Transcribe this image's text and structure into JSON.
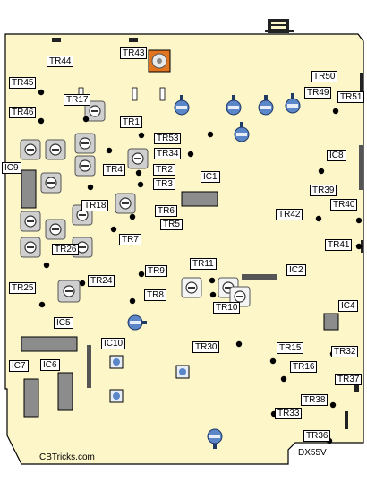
{
  "board": {
    "model": "DX55V",
    "credit": "CBTricks.com",
    "colors": {
      "pcb": "#fdf6c9",
      "outline": "#000000",
      "trimmer_gray": "#cfcfcf",
      "trimmer_blue": "#5b86c8",
      "orange_pot": "#e0741f"
    }
  },
  "labels": [
    {
      "id": "tr44",
      "text": "TR44"
    },
    {
      "id": "tr43",
      "text": "TR43"
    },
    {
      "id": "tr45",
      "text": "TR45"
    },
    {
      "id": "tr17",
      "text": "TR17"
    },
    {
      "id": "tr46",
      "text": "TR46"
    },
    {
      "id": "tr1",
      "text": "TR1"
    },
    {
      "id": "tr53",
      "text": "TR53"
    },
    {
      "id": "tr34",
      "text": "TR34"
    },
    {
      "id": "tr2",
      "text": "TR2"
    },
    {
      "id": "tr4",
      "text": "TR4"
    },
    {
      "id": "tr3",
      "text": "TR3"
    },
    {
      "id": "ic9",
      "text": "IC9"
    },
    {
      "id": "ic1",
      "text": "IC1"
    },
    {
      "id": "tr18",
      "text": "TR18"
    },
    {
      "id": "tr6",
      "text": "TR6"
    },
    {
      "id": "tr5",
      "text": "TR5"
    },
    {
      "id": "tr7",
      "text": "TR7"
    },
    {
      "id": "tr50",
      "text": "TR50"
    },
    {
      "id": "tr49",
      "text": "TR49"
    },
    {
      "id": "tr51",
      "text": "TR51"
    },
    {
      "id": "ic8",
      "text": "IC8"
    },
    {
      "id": "tr39",
      "text": "TR39"
    },
    {
      "id": "tr40",
      "text": "TR40"
    },
    {
      "id": "tr42",
      "text": "TR42"
    },
    {
      "id": "tr41",
      "text": "TR41"
    },
    {
      "id": "tr26",
      "text": "TR26"
    },
    {
      "id": "tr24",
      "text": "TR24"
    },
    {
      "id": "tr9",
      "text": "TR9"
    },
    {
      "id": "tr11",
      "text": "TR11"
    },
    {
      "id": "ic2",
      "text": "IC2"
    },
    {
      "id": "tr25",
      "text": "TR25"
    },
    {
      "id": "tr8",
      "text": "TR8"
    },
    {
      "id": "tr10",
      "text": "TR10"
    },
    {
      "id": "ic4",
      "text": "IC4"
    },
    {
      "id": "ic5",
      "text": "IC5"
    },
    {
      "id": "ic10",
      "text": "IC10"
    },
    {
      "id": "tr30",
      "text": "TR30"
    },
    {
      "id": "tr15",
      "text": "TR15"
    },
    {
      "id": "tr32",
      "text": "TR32"
    },
    {
      "id": "ic7",
      "text": "IC7"
    },
    {
      "id": "ic6",
      "text": "IC6"
    },
    {
      "id": "tr16",
      "text": "TR16"
    },
    {
      "id": "tr37",
      "text": "TR37"
    },
    {
      "id": "tr38",
      "text": "TR38"
    },
    {
      "id": "tr33",
      "text": "TR33"
    },
    {
      "id": "tr36",
      "text": "TR36"
    }
  ]
}
